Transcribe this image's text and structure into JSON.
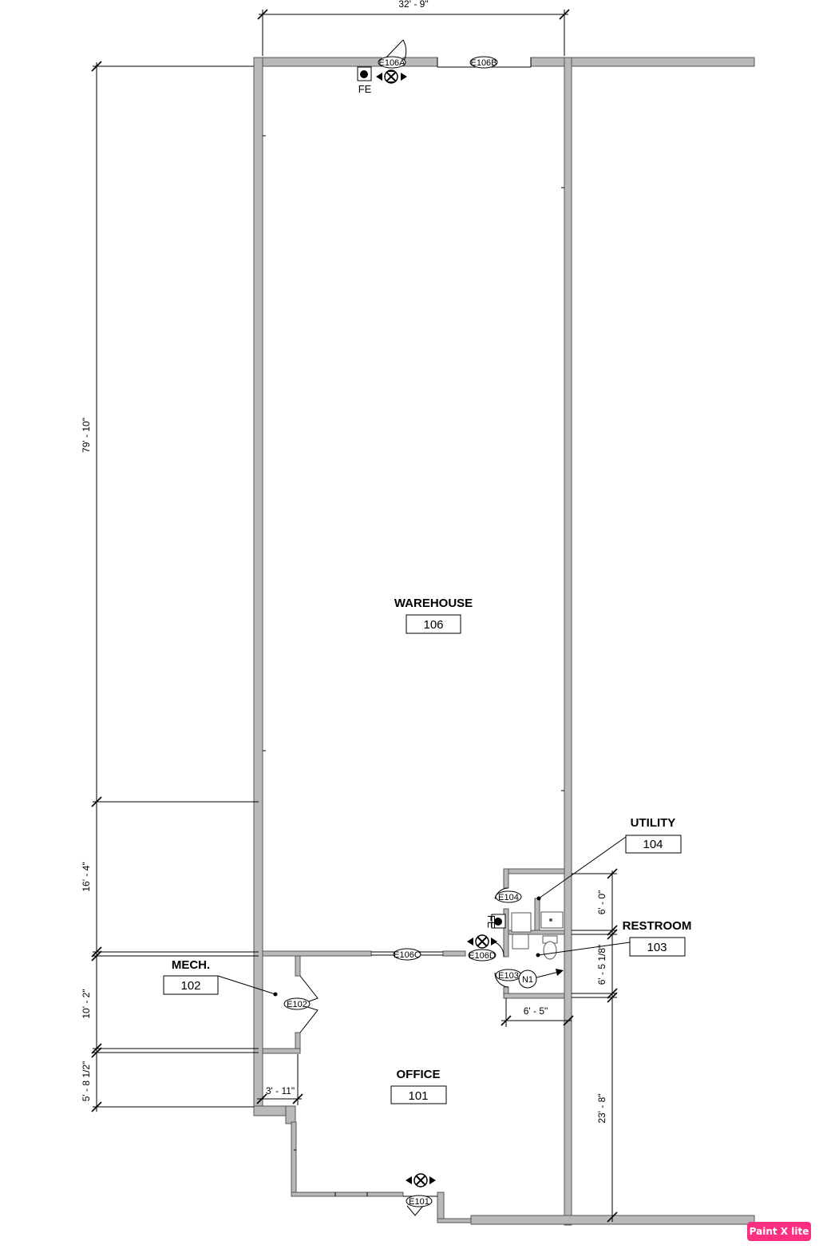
{
  "plan": {
    "rooms": [
      {
        "name": "WAREHOUSE",
        "number": "106"
      },
      {
        "name": "UTILITY",
        "number": "104"
      },
      {
        "name": "RESTROOM",
        "number": "103"
      },
      {
        "name": "MECH.",
        "number": "102"
      },
      {
        "name": "OFFICE",
        "number": "101"
      }
    ],
    "dimensions": {
      "top_width": "32' - 9\"",
      "warehouse_length": "79' - 10\"",
      "utility_depth": "16' - 4\"",
      "mech_depth": "10' - 2\"",
      "office_offset": "5' - 8 1/2\"",
      "mech_width": "3' - 11\"",
      "utility_height": "6' - 0\"",
      "restroom_height": "6' - 5 1/8\"",
      "restroom_width": "6' - 5\"",
      "office_depth": "23' - 8\""
    },
    "door_tags": {
      "e106a": "E106A",
      "e106b": "E106B",
      "e106c": "E106C",
      "e106d": "E106D",
      "e104": "E104",
      "e103": "E103",
      "e102": "E102",
      "e101": "E101"
    },
    "note_tag": "N1",
    "fire_extinguisher_label": "FE"
  },
  "watermark": "Paint X lite",
  "colors": {
    "wall_fill": "#b9b9b9",
    "badge": "#ff2e7e"
  }
}
